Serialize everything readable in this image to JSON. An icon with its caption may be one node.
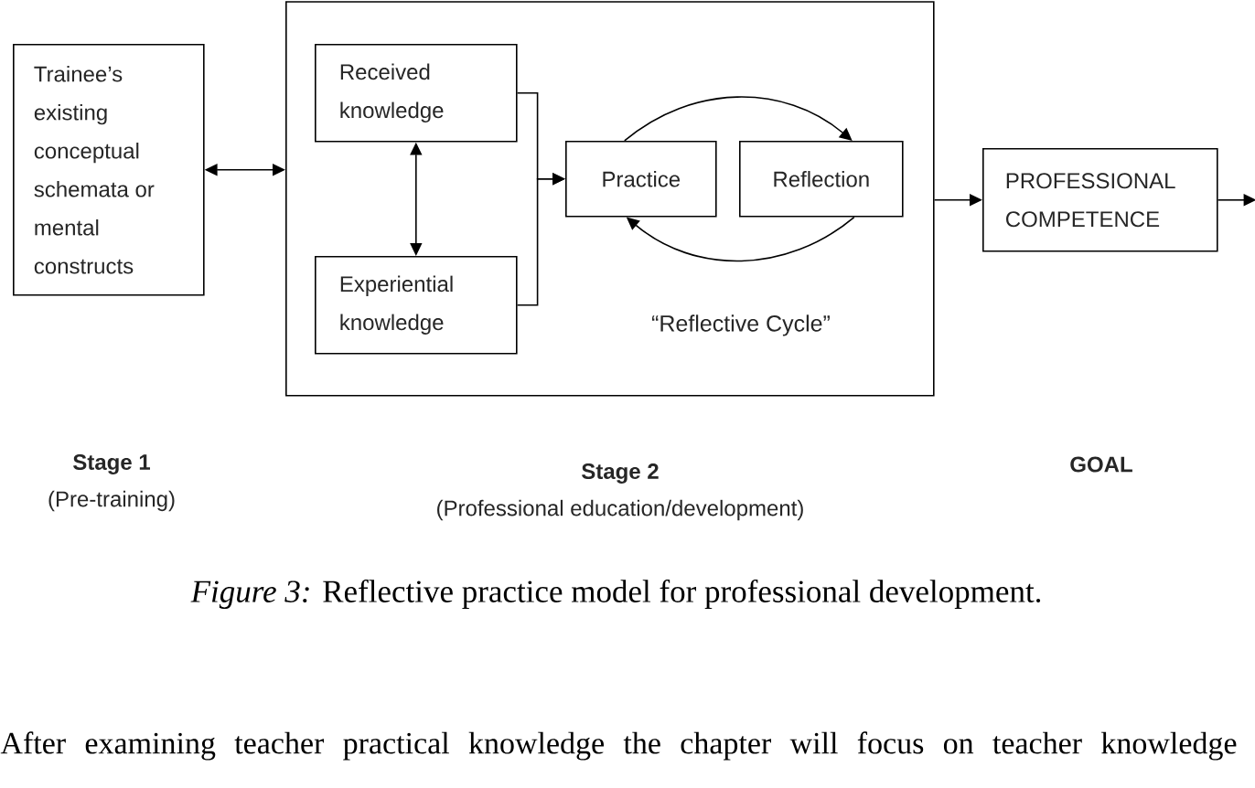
{
  "diagram": {
    "caption": "*Figure 3:* Reflective practice model for professional development.",
    "nodes": [
      {
        "text": [
          "Trainee’s existing conceptual schemata or mental constructs"
        ]
      },
      {
        "text": [],
        "shape": "box"
      },
      {
        "text": [
          "Received knowledge"
        ],
        "in": 1
      },
      {
        "text": [
          "Experiential knowledge"
        ],
        "in": 1
      },
      {
        "text": [
          "Practice"
        ],
        "in": 1
      },
      {
        "text": [
          "Reflection"
        ],
        "in": 1
      },
      {
        "text": [
          "PROFESSIONAL COMPETENCE"
        ]
      }
    ],
    "edges": [
      {
        "from": 0,
        "to": 1,
        "arrow": "both"
      },
      {
        "from": 2,
        "to": 3,
        "arrow": "both"
      },
      {
        "from": 2,
        "to": 4,
        "arrow": "to"
      },
      {
        "from": 3,
        "to": 4,
        "arrow": "to"
      },
      {
        "from": 4,
        "to": 5,
        "arrow": "to"
      },
      {
        "from": 5,
        "to": 4,
        "arrow": "to"
      },
      {
        "from": 1,
        "to": 6,
        "arrow": "to"
      },
      {
        "from": 6,
        "to": null,
        "arrow": "to"
      }
    ],
    "labels": [
      "“Reflective Cycle”",
      "Stage 1",
      "(Pre-training)",
      "Stage 2",
      "(Professional education/development)",
      "GOAL",
      "After examining teacher practical knowledge the chapter will focus on teacher knowledge"
    ]
  }
}
